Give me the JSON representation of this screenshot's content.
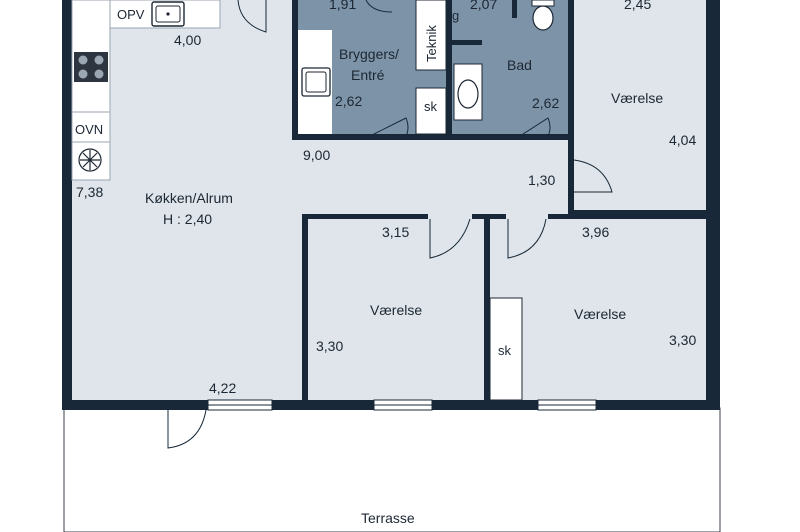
{
  "rooms": {
    "kitchen": {
      "name": "Køkken/Alrum",
      "height": "H : 2,40"
    },
    "utility": {
      "name_line1": "Bryggers/",
      "name_line2": "Entré"
    },
    "technical": {
      "name": "Teknik"
    },
    "bath": {
      "name": "Bad"
    },
    "bedroom_ne": {
      "name": "Værelse"
    },
    "bedroom_s1": {
      "name": "Værelse"
    },
    "bedroom_s2": {
      "name": "Værelse"
    },
    "terrace": {
      "name": "Terrasse"
    }
  },
  "fixtures": {
    "dishwasher": "OPV",
    "oven": "OVN",
    "closet_utility": "sk",
    "closet_bedroom": "sk"
  },
  "dimensions": {
    "kitchen_top": "4,00",
    "kitchen_left": "7,38",
    "kitchen_bottom": "4,22",
    "hall": "9,00",
    "hall_short": "1,30",
    "utility_top": "1,91",
    "utility_side": "2,62",
    "bath_top": "2,07",
    "bath_side": "2,62",
    "bedroom_ne_top": "2,45",
    "bedroom_ne_side": "4,04",
    "bedroom_s1_top": "3,15",
    "bedroom_s1_side": "3,30",
    "bedroom_s2_top": "3,96",
    "bedroom_s2_side": "3,30"
  },
  "colors": {
    "wall": "#182838",
    "floor": "#dfe5ea",
    "wet_room": "#7d94a8",
    "terrace": "#ffffff",
    "fixture": "#ffffff"
  }
}
